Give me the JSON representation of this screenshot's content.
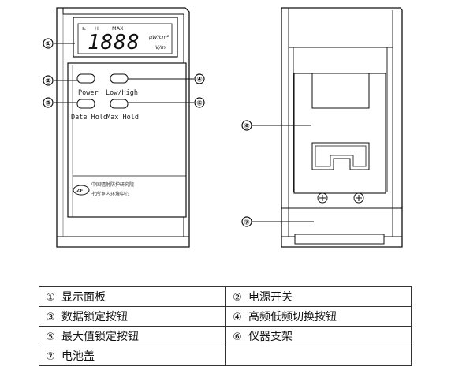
{
  "callouts": {
    "n1": "①",
    "n2": "②",
    "n3": "③",
    "n4": "④",
    "n5": "⑤",
    "n6": "⑥",
    "n7": "⑦"
  },
  "front_panel": {
    "lcd_digits": "1888",
    "lcd_indicators": [
      "≥",
      "H",
      "MAX"
    ],
    "lcd_unit_top": "μW/cm²",
    "lcd_unit_bottom": "V/m",
    "button_labels": {
      "power": "Power",
      "low_high": "Low/High",
      "date_hold": "Date Hold",
      "max_hold": "Max Hold"
    },
    "logo_badge": "ZF",
    "logo_line1": "中国辐射防护研究院",
    "logo_line2": "七所室内环境中心"
  },
  "back_panel": {
    "screw_glyph": "⊕"
  },
  "legend": [
    [
      {
        "marker": "①",
        "text": "显示面板"
      },
      {
        "marker": "②",
        "text": "电源开关"
      }
    ],
    [
      {
        "marker": "③",
        "text": "数据锁定按钮"
      },
      {
        "marker": "④",
        "text": "高频低频切换按钮"
      }
    ],
    [
      {
        "marker": "⑤",
        "text": "最大值锁定按钮"
      },
      {
        "marker": "⑥",
        "text": "仪器支架"
      }
    ],
    [
      {
        "marker": "⑦",
        "text": "电池盖"
      },
      {
        "marker": "",
        "text": ""
      }
    ]
  ]
}
